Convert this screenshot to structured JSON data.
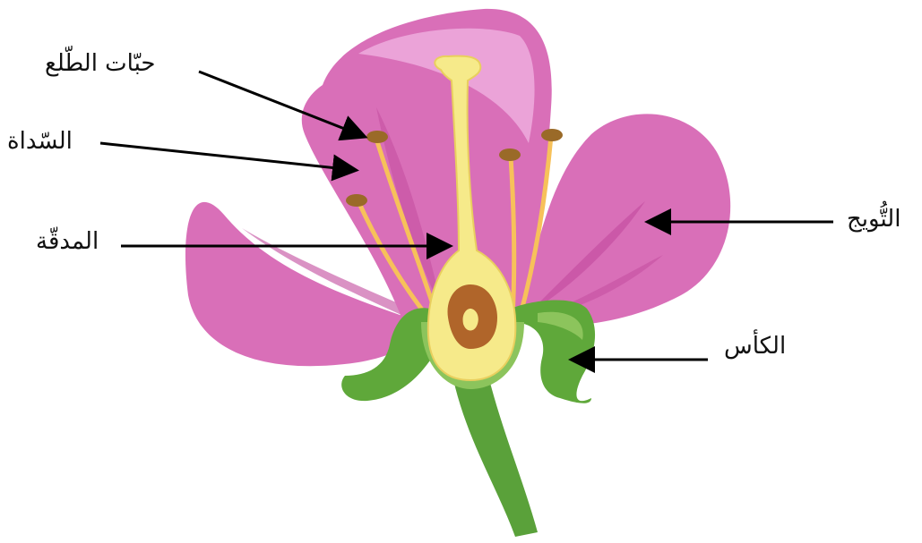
{
  "labels": {
    "pollen": "حبّات الطّلع",
    "stamens": "السّداة",
    "pistil": "المدقّة",
    "corolla": "التُّويج",
    "calyx": "الكأس"
  },
  "colors": {
    "petal": "#d96fb8",
    "petal_light": "#eba3d8",
    "petal_dark": "#c24a9c",
    "pistil": "#f6ea8a",
    "pistil_outline": "#e9cf5e",
    "ovary_seed": "#b0652a",
    "stamen_filament": "#f7c15a",
    "anther": "#9a6a28",
    "sepal": "#5fa83a",
    "sepal_light": "#8cc45c",
    "stem": "#5aa13a",
    "arrow": "#000000"
  }
}
